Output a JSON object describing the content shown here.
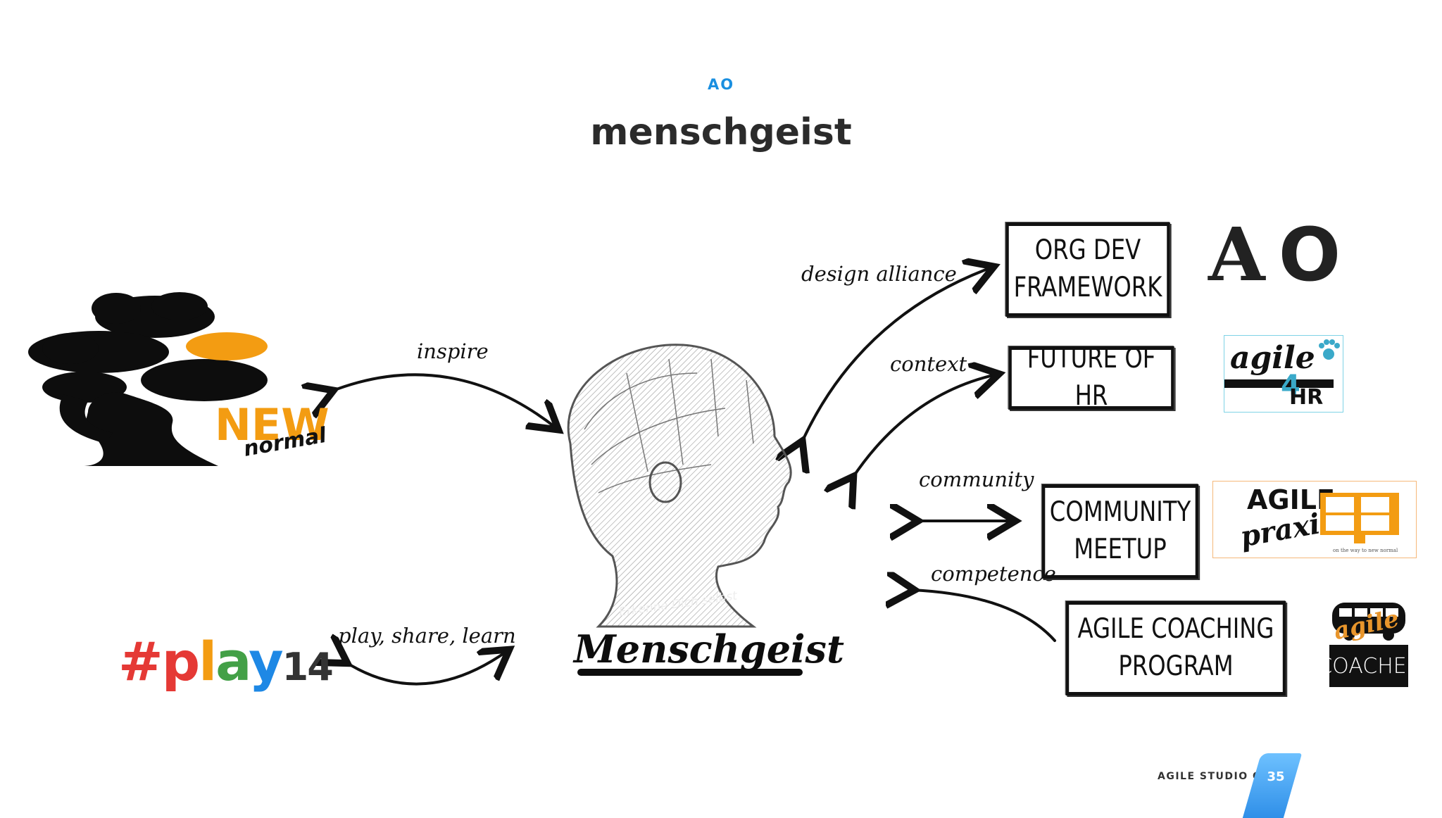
{
  "header": {
    "kicker": "AO",
    "title": "menschgeist"
  },
  "center": {
    "logo_text": "Menschgeist",
    "neck_text": "Erkenne Dich selbst"
  },
  "left": {
    "newnormal": {
      "big": "NEW",
      "small": "normal"
    },
    "play": {
      "hash": "#",
      "letters": [
        "p",
        "l",
        "a",
        "y"
      ],
      "number": "14",
      "colors": [
        "#e53935",
        "#f39c12",
        "#43a047",
        "#1e88e5"
      ]
    }
  },
  "labels": {
    "inspire": "inspire",
    "play_share_learn": "play, share, learn",
    "design_alliance": "design alliance",
    "context": "context",
    "community": "community",
    "competence": "competence"
  },
  "boxes": {
    "orgdev": [
      "ORG DEV",
      "FRAMEWORK"
    ],
    "future_hr": [
      "FUTURE OF HR"
    ],
    "community": [
      "COMMUNITY",
      "MEETUP"
    ],
    "coaching": [
      "AGILE COACHING",
      "PROGRAM"
    ]
  },
  "logos": {
    "ao": {
      "a": "A",
      "o": "O"
    },
    "agile4hr": {
      "top": "agile",
      "num": "4",
      "bottom": "HR"
    },
    "praxis": {
      "top": "AGILE",
      "script": "praxis",
      "tag": "on the way to new normal"
    },
    "coaches": {
      "script": "agile",
      "bottom": "COACHES"
    }
  },
  "footer": {
    "brand": "AGILE STUDIO CH",
    "page": "35"
  },
  "colors": {
    "accent": "#1a8fe0",
    "orange": "#f39c12",
    "ink": "#111111"
  }
}
